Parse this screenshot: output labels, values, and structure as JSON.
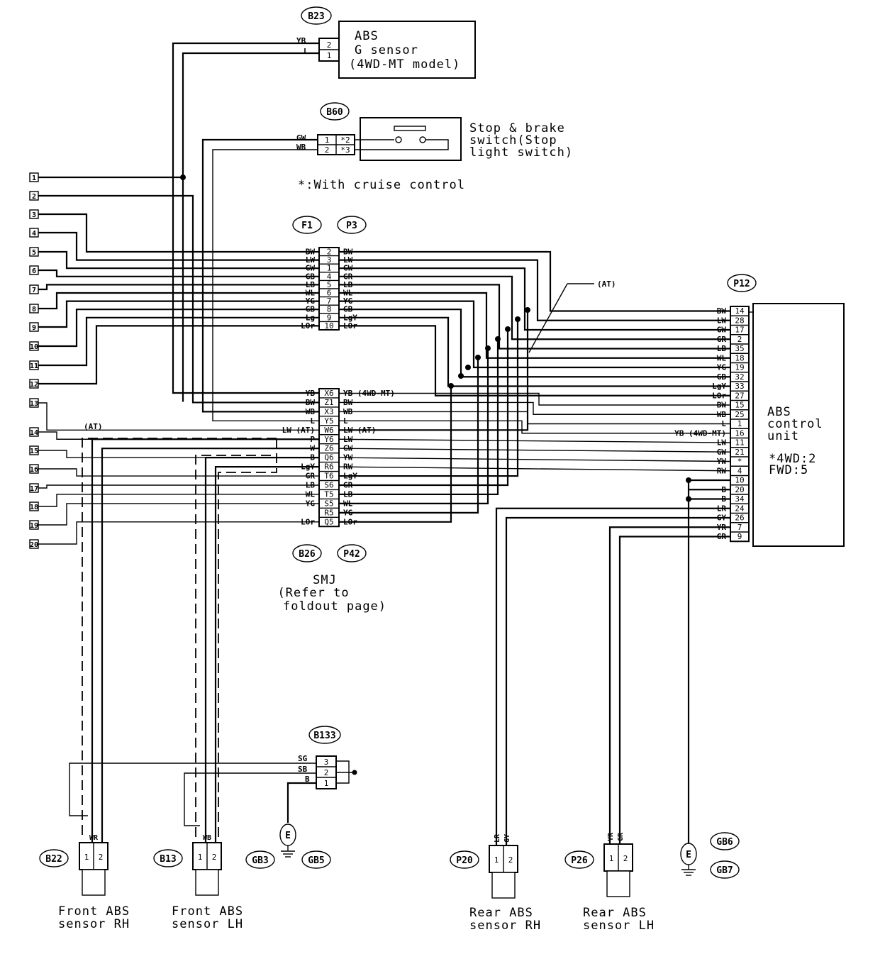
{
  "connectors": {
    "b23": "B23",
    "b60": "B60",
    "f1": "F1",
    "p3": "P3",
    "p12": "P12",
    "b26": "B26",
    "p42": "P42",
    "b133": "B133",
    "b22": "B22",
    "b13": "B13",
    "gb3": "GB3",
    "gb5": "GB5",
    "p20": "P20",
    "p26": "P26",
    "gb6": "GB6",
    "gb7": "GB7"
  },
  "components": {
    "g_sensor": [
      "ABS",
      "G sensor",
      "(4WD-MT model)"
    ],
    "stop_switch": [
      "Stop & brake",
      "switch(Stop",
      "light switch)"
    ],
    "cruise_note": "*:With cruise control",
    "control_unit": [
      "ABS",
      "control",
      "unit"
    ],
    "unit_note": [
      "*4WD:2",
      " FWD:5"
    ],
    "smj": [
      "SMJ",
      "(Refer to",
      "foldout page)"
    ],
    "at_tag": "(AT)",
    "ground": "E",
    "front_rh": [
      "Front ABS",
      "sensor RH"
    ],
    "front_lh": [
      "Front ABS",
      "sensor LH"
    ],
    "rear_rh": [
      "Rear ABS",
      "sensor RH"
    ],
    "rear_lh": [
      "Rear ABS",
      "sensor LH"
    ]
  },
  "terminals": [
    "1",
    "2",
    "3",
    "4",
    "5",
    "6",
    "7",
    "8",
    "9",
    "10",
    "11",
    "12",
    "13",
    "14",
    "15",
    "16",
    "17",
    "18",
    "19",
    "20"
  ],
  "b23_wires": [
    "YB",
    "L"
  ],
  "b23_pins": [
    "2",
    "1"
  ],
  "b60_wires": [
    "GW",
    "WB"
  ],
  "b60_pins": [
    [
      "1",
      "*2"
    ],
    [
      "2",
      "*3"
    ]
  ],
  "f1p3": {
    "left": [
      "BW",
      "LW",
      "GW",
      "GB",
      "LB",
      "WL",
      "YG",
      "GB",
      "Lg",
      "LOr"
    ],
    "pins": [
      "2",
      "3",
      "1",
      "4",
      "5",
      "6",
      "7",
      "8",
      "9",
      "10"
    ],
    "right": [
      "BW",
      "LW",
      "GW",
      "GR",
      "LB",
      "WL",
      "YG",
      "GB",
      "LgY",
      "LOr"
    ]
  },
  "b26p42": {
    "left": [
      "YB",
      "BW",
      "WB",
      "L",
      "LW (AT)",
      "P",
      "W",
      "B",
      "LgY",
      "GR",
      "LB",
      "WL",
      "YG",
      "LOr"
    ],
    "pins": [
      "X6",
      "Z1",
      "X3",
      "Y5",
      "W6",
      "Y6",
      "Z6",
      "Q6",
      "R6",
      "T6",
      "S6",
      "T5",
      "S5",
      "R5",
      "Q5"
    ],
    "right": [
      "YB (4WD-MT)",
      "BW",
      "WB",
      "L",
      "LW (AT)",
      "LW",
      "GW",
      "YW",
      "RW",
      "LgY",
      "GR",
      "LB",
      "WL",
      "YG",
      "LOr"
    ]
  },
  "p12": {
    "wires": [
      "BW",
      "LW",
      "GW",
      "GR",
      "LB",
      "WL",
      "YG",
      "GB",
      "LgY",
      "LOr",
      "BW",
      "WB",
      "L",
      "YB (4WD-MT)",
      "LW",
      "GW",
      "YW",
      "RW",
      "",
      "B",
      "B",
      "LR",
      "GY",
      "YR",
      "GR"
    ],
    "pins": [
      "14",
      "28",
      "17",
      "2",
      "35",
      "18",
      "19",
      "32",
      "33",
      "27",
      "15",
      "25",
      "1",
      "16",
      "11",
      "21",
      "*",
      "4",
      "10",
      "20",
      "34",
      "24",
      "26",
      "7",
      "9"
    ]
  },
  "b133": {
    "wires": [
      "SG",
      "SB",
      "B"
    ],
    "pins": [
      "3",
      "2",
      "1"
    ]
  },
  "sensor_pins": [
    "1",
    "2"
  ],
  "sensor_wires": {
    "front_rh": "WR",
    "front_lh": "WB",
    "rear_rh": [
      "LR",
      "GY"
    ],
    "rear_lh": [
      "YR",
      "GR"
    ]
  }
}
